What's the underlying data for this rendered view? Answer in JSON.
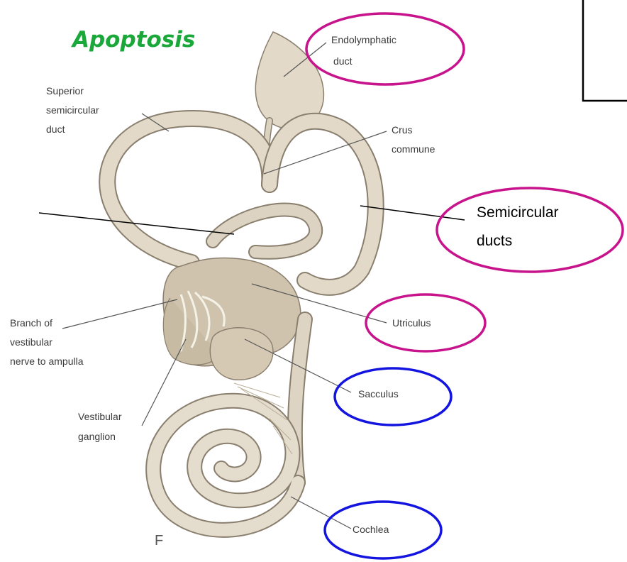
{
  "title": "Apoptosis",
  "panel_letter": "F",
  "labels": {
    "endolymphatic_duct": [
      "Endolymphatic",
      "duct"
    ],
    "superior_semicircular_duct": [
      "Superior",
      "semicircular",
      "duct"
    ],
    "crus_commune": [
      "Crus",
      "commune"
    ],
    "semicircular_ducts": [
      "Semicircular",
      "ducts"
    ],
    "utriculus": "Utriculus",
    "branch_of_vestibular_nerve": [
      "Branch of",
      "vestibular",
      "nerve to ampulla"
    ],
    "sacculus": "Sacculus",
    "vestibular_ganglion": [
      "Vestibular",
      "ganglion"
    ],
    "cochlea": "Cochlea"
  },
  "colors": {
    "title": "#1aa83a",
    "magenta_ellipse": "#c8148c",
    "blue_ellipse": "#1414e0",
    "tissue": "#dcd2c0",
    "tissue_dark": "#c6b8a2",
    "outline": "#8a7f6e"
  }
}
